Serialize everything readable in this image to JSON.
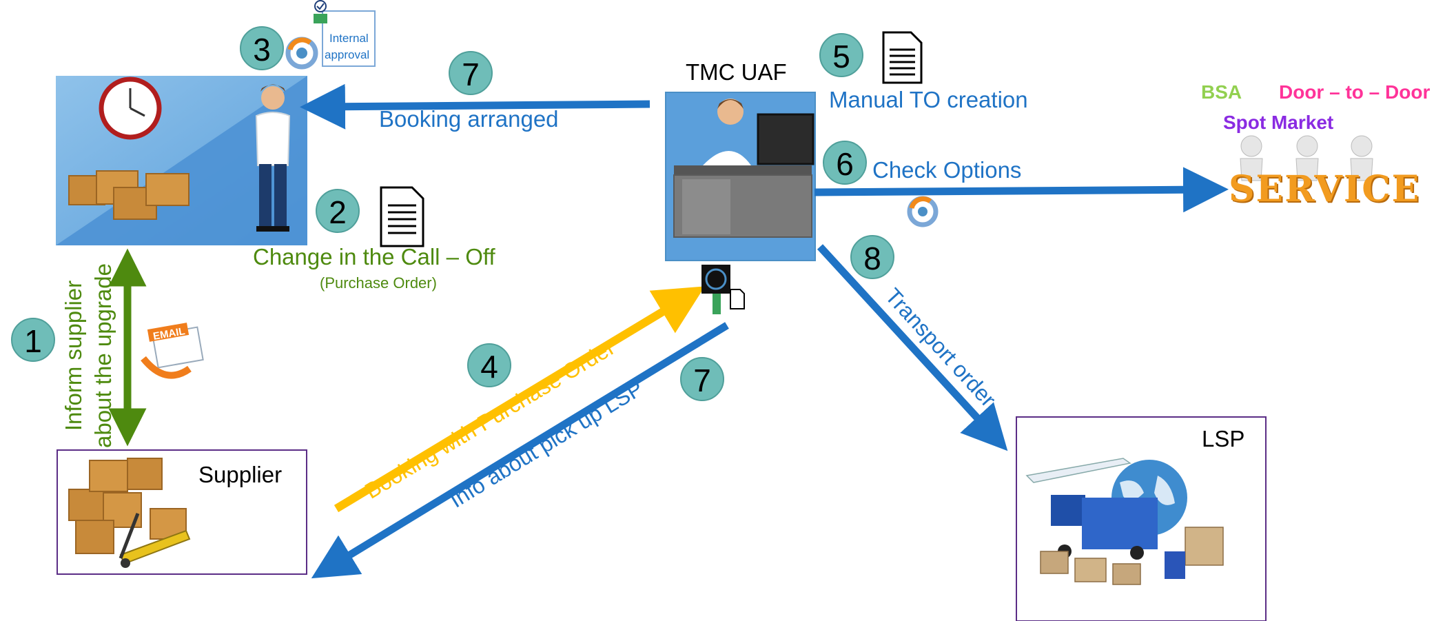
{
  "nodes": {
    "tmc_title": "TMC UAF",
    "supplier_title": "Supplier",
    "lsp_title": "LSP",
    "approval_label_line1": "Internal",
    "approval_label_line2": "approval",
    "email_text": "EMAIL",
    "service_text": "SERVICE"
  },
  "steps": {
    "s1": "1",
    "s2": "2",
    "s3": "3",
    "s4": "4",
    "s5": "5",
    "s6": "6",
    "s7a": "7",
    "s7b": "7",
    "s8": "8"
  },
  "labels": {
    "booking_arranged": "Booking arranged",
    "change_call_off": "Change in the Call – Off",
    "purchase_order_sub": "(Purchase Order)",
    "manual_to": "Manual TO creation",
    "check_options": "Check Options",
    "transport_order": "Transport order",
    "booking_po": "Booking with Purchase Order",
    "info_pickup": "Info about pick up LSP",
    "inform_line1": "Inform supplier",
    "inform_line2": "about the upgrade"
  },
  "service_options": {
    "bsa": "BSA",
    "door": "Door – to – Door",
    "spot": "Spot Market"
  },
  "colors": {
    "blue_arrow": "#1f73c5",
    "blue_text": "#1f73c5",
    "green": "#4e8a0f",
    "yellow": "#ffc000",
    "circle": "#6fbdb8",
    "bsa": "#92d050",
    "door": "#ff3399",
    "spot": "#8a2be2"
  }
}
